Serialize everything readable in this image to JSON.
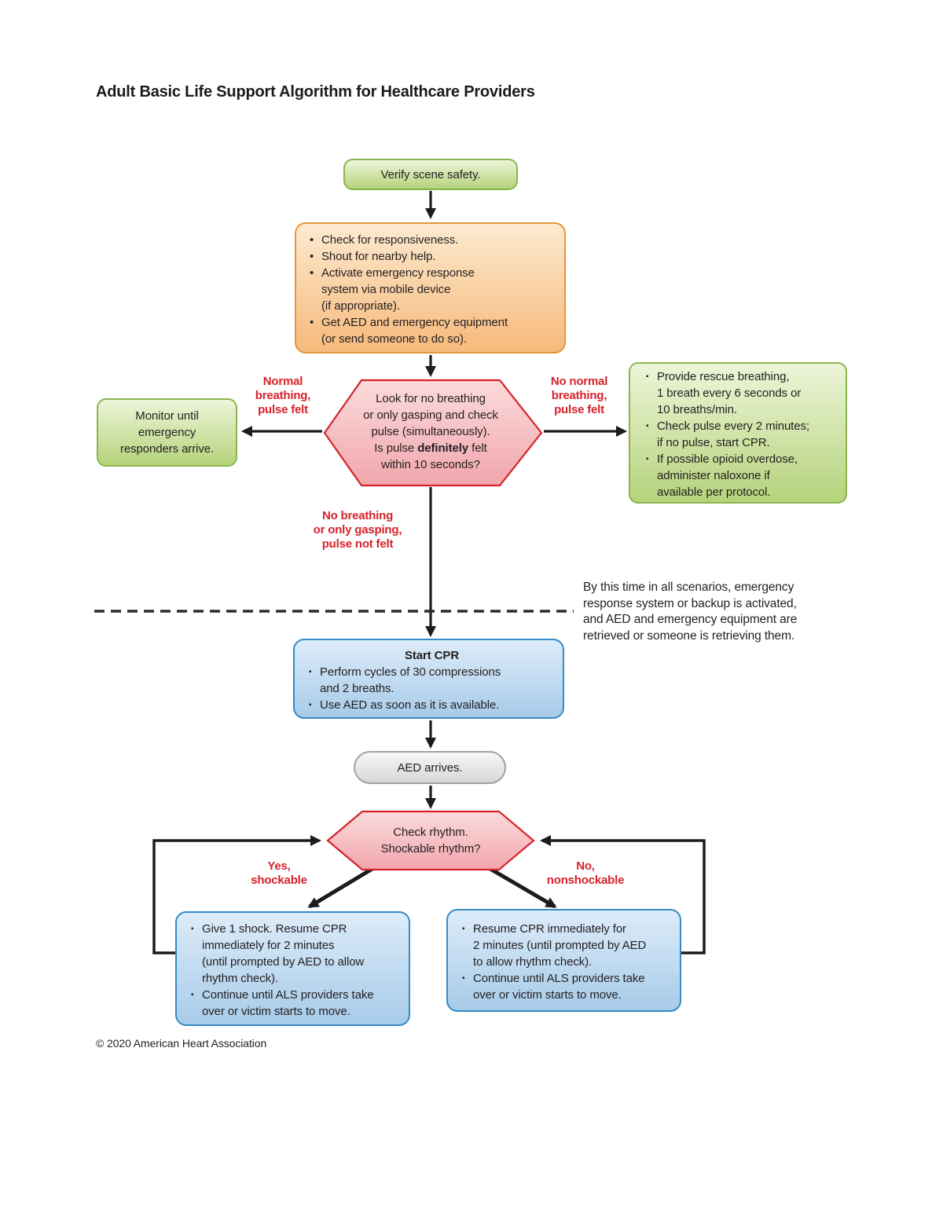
{
  "page": {
    "title": "Adult Basic Life Support Algorithm for Healthcare Providers",
    "copyright": "© 2020 American Heart Association"
  },
  "colors": {
    "green_fill_top": "#edf5d9",
    "green_fill_bottom": "#b5d37b",
    "green_border": "#8ab54d",
    "orange_fill_top": "#fcead0",
    "orange_fill_bottom": "#f6b97b",
    "orange_border": "#e6953f",
    "pink_fill_top": "#fbdbdb",
    "pink_fill_bottom": "#f1a6ad",
    "pink_border": "#d5232b",
    "blue_fill_top": "#ddecf9",
    "blue_fill_bottom": "#a7cbe9",
    "blue_border": "#358bc7",
    "gray_fill_top": "#f7f7f7",
    "gray_fill_bottom": "#d7d7d7",
    "gray_border": "#9fa1a4",
    "label_red": "#d5232b",
    "arrow_black": "#1c1c1c",
    "text": "#231f20"
  },
  "nodes": {
    "verify": {
      "text": "Verify scene safety."
    },
    "assess": {
      "bullets": [
        "Check for responsiveness.",
        "Shout for nearby help.",
        "Activate emergency response\nsystem via mobile device\n(if appropriate).",
        "Get AED and emergency equipment\n(or send someone to do so)."
      ]
    },
    "pulse_check": {
      "lines_top": "Look for no breathing\nor only gasping and check\npulse (simultaneously).",
      "line4_pre": "Is pulse ",
      "line4_bold": "definitely",
      "line4_post": " felt",
      "line5": "within 10 seconds?"
    },
    "monitor": {
      "text": "Monitor until\nemergency\nresponders arrive."
    },
    "rescue_breathing": {
      "bullets": [
        "Provide rescue breathing,\n1 breath every 6 seconds or\n10 breaths/min.",
        "Check pulse every 2 minutes;\nif no pulse, start CPR.",
        "If possible opioid overdose,\nadminister naloxone if\navailable per protocol."
      ]
    },
    "start_cpr": {
      "title": "Start CPR",
      "bullets": [
        "Perform cycles of 30 compressions\nand 2 breaths.",
        "Use AED as soon as it is available."
      ]
    },
    "aed_arrives": {
      "text": "AED arrives."
    },
    "check_rhythm": {
      "text": "Check rhythm.\nShockable rhythm?"
    },
    "shockable": {
      "bullets": [
        "Give 1 shock. Resume CPR\nimmediately for 2 minutes\n(until prompted by AED to allow\nrhythm check).",
        "Continue until ALS providers take\nover or victim starts to move."
      ]
    },
    "nonshockable": {
      "bullets": [
        "Resume CPR immediately for\n2 minutes (until prompted by AED\nto allow rhythm check).",
        "Continue until ALS providers take\nover or victim starts to move."
      ]
    }
  },
  "labels": {
    "normal": "Normal\nbreathing,\npulse felt",
    "no_normal": "No normal\nbreathing,\npulse felt",
    "no_breathing": "No breathing\nor only gasping,\npulse not felt",
    "yes_shockable": "Yes,\nshockable",
    "no_nonshockable": "No,\nnonshockable"
  },
  "notes": {
    "scenario": "By this time in all scenarios, emergency\nresponse system or backup is activated,\nand AED and emergency equipment are\nretrieved or someone is retrieving them."
  }
}
